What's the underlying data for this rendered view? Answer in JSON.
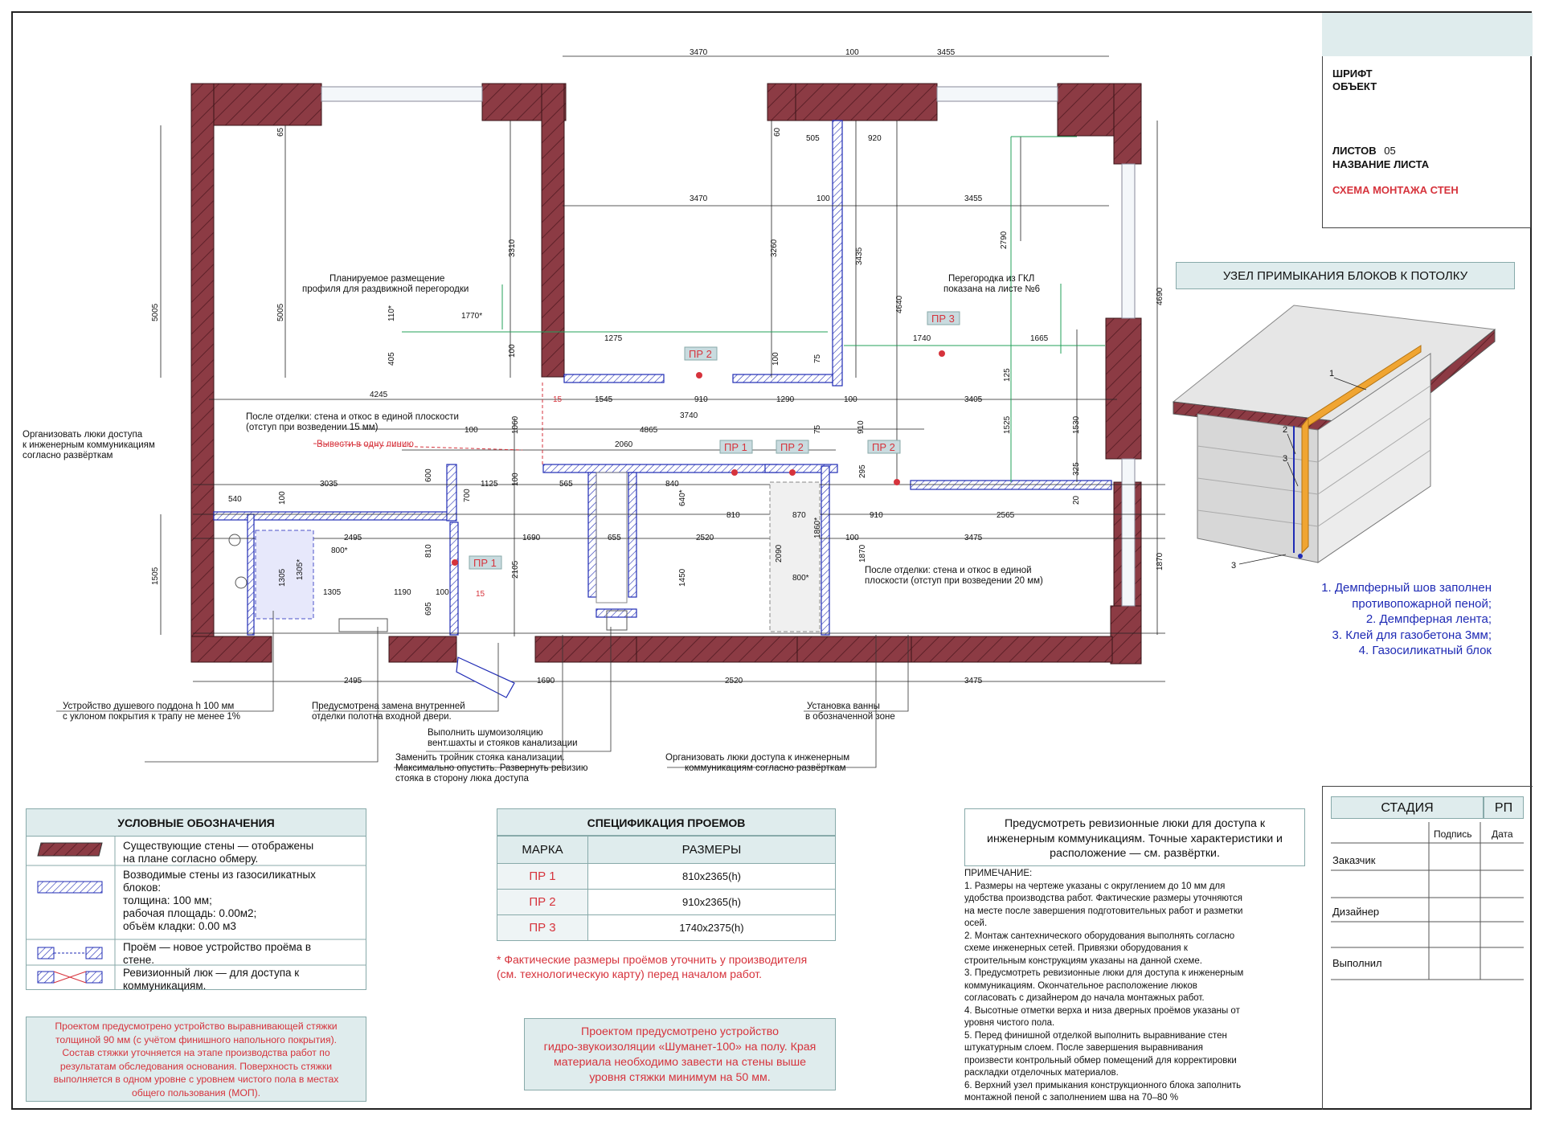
{
  "title_block": {
    "font_label": "ШРИФТ",
    "object_label": "ОБЪЕКТ",
    "sheets_label": "ЛИСТОВ",
    "sheets_value": "05",
    "sheet_name_label": "НАЗВАНИЕ ЛИСТА",
    "sheet_name_value": "СХЕМА МОНТАЖА СТЕН"
  },
  "node": {
    "title": "УЗЕЛ ПРИМЫКАНИЯ БЛОКОВ К ПОТОЛКУ",
    "markers": [
      "1",
      "2",
      "3",
      "3"
    ],
    "legend": [
      "1. Демпферный шов заполнен",
      "противопожарной пеной;",
      "2. Демпферная лента;",
      "3. Клей для газобетона 3мм;",
      "4. Газосиликатный блок"
    ]
  },
  "plan": {
    "dims": {
      "d3470": "3470",
      "d100": "100",
      "d3455": "3455",
      "d505": "505",
      "d920": "920",
      "d60": "60",
      "d65": "65",
      "d5005": "5005",
      "d3310": "3310",
      "d3260": "3260",
      "d3435": "3435",
      "d4640": "4640",
      "d4690": "4690",
      "d2790": "2790",
      "d1770": "1770*",
      "d110": "110*",
      "d405": "405",
      "d1275": "1275",
      "d1740": "1740",
      "d1665": "1665",
      "d75": "75",
      "d125": "125",
      "d4245": "4245",
      "d15": "15",
      "d1545": "1545",
      "d910": "910",
      "d1290": "1290",
      "d3405": "3405",
      "d3740": "3740",
      "d4865": "4865",
      "d1060": "1060",
      "d1525": "1525",
      "d1530": "1530",
      "d2060": "2060",
      "d3035": "3035",
      "d600": "600",
      "d700": "700",
      "d1125": "1125",
      "d565": "565",
      "d840": "840",
      "d295": "295",
      "d325": "325",
      "d20": "20",
      "d540": "540",
      "d810": "810",
      "d870": "870",
      "d2565": "2565",
      "d2495": "2495",
      "d1690": "1690",
      "d2520": "2520",
      "d3475": "3475",
      "d800": "800*",
      "d1305s": "1305*",
      "d1305": "1305",
      "d1190": "1190",
      "d695": "695",
      "d2105": "2105",
      "d655": "655",
      "d640": "640*",
      "d1450": "1450",
      "d2090": "2090",
      "d1860": "1860*",
      "d1870": "1870",
      "d1505": "1505"
    },
    "openings": [
      "ПР 2",
      "ПР 3",
      "ПР 1",
      "ПР 2",
      "ПР 2",
      "ПР 1"
    ],
    "annotations": {
      "sliding": "Планируемое размещение",
      "sliding2": "профиля для раздвижной перегородки",
      "gkl": "Перегородка из ГКЛ",
      "gkl2": "показана на листе №6",
      "finish15": "После отделки: стена и откос в единой плоскости",
      "finish15b": "(отступ при возведении 15 мм)",
      "oneline": "Вывести в одну линию",
      "hatch": "Организовать люки доступа",
      "hatch2": "к инженерным коммуникациям",
      "hatch3": "согласно развёрткам",
      "finish20": "После отделки: стена и откос в единой",
      "finish20b": "плоскости  (отступ при возведении 20 мм)",
      "shower": "Устройство душевого поддона h 100 мм",
      "shower2": "с уклоном покрытия к трапу не менее 1%",
      "door": "Предусмотрена замена внутренней",
      "door2": "отделки полотна входной двери.",
      "noise": "Выполнить шумоизоляцию",
      "noise2": "вент.шахты и стояков канализации",
      "tee": "Заменить тройник стояка канализации.",
      "tee2": "Максимально опустить. Развернуть ревизию",
      "tee3": "стояка в сторону люка доступа",
      "hatch4": "Организовать люки доступа к инженерным",
      "hatch5": "коммуникациям согласно развёрткам",
      "bath": "Установка ванны",
      "bath2": "в обозначенной зоне"
    }
  },
  "legend": {
    "title": "УСЛОВНЫЕ ОБОЗНАЧЕНИЯ",
    "rows": [
      [
        "Существующие стены — отображены",
        "на плане согласно обмеру."
      ],
      [
        "Возводимые стены из газосиликатных",
        "блоков:",
        "толщина: 100 мм;",
        "рабочая площадь: 0.00м2;",
        "объём кладки: 0.00 м3"
      ],
      [
        "Проём — новое устройство проёма в",
        "стене."
      ],
      [
        "Ревизионный люк — для доступа к",
        "коммуникациям."
      ]
    ]
  },
  "screed_note": [
    "Проектом предусмотрено устройство выравнивающей стяжки",
    "толщиной 90 мм (с учётом финишного напольного покрытия).",
    "Состав стяжки уточняется на этапе производства работ по",
    "результатам обследования основания. Поверхность стяжки",
    "выполняется в одном уровне с уровнем чистого пола в местах",
    "общего пользования (МОП)."
  ],
  "spec": {
    "title": "СПЕЦИФИКАЦИЯ ПРОЕМОВ",
    "col_mark": "МАРКА",
    "col_size": "РАЗМЕРЫ",
    "rows": [
      [
        "ПР 1",
        "810x2365(h)"
      ],
      [
        "ПР 2",
        "910x2365(h)"
      ],
      [
        "ПР 3",
        "1740x2375(h)"
      ]
    ],
    "footnote": [
      "* Фактические размеры проёмов уточнить у производителя",
      "(см. технологическую карту) перед началом работ."
    ]
  },
  "waterproof_note": [
    "Проектом предусмотрено устройство",
    "гидро-звукоизоляции «Шуманет-100» на полу. Края",
    "материала необходимо завести на стены выше",
    "уровня стяжки минимум на 50 мм."
  ],
  "revision_note": [
    "Предусмотреть ревизионные люки для доступа к",
    "инженерным коммуникациям. Точные характеристики и",
    "расположение — см. развёртки."
  ],
  "notes": {
    "title": "ПРИМЕЧАНИЕ:",
    "lines": [
      "1. Размеры на чертеже указаны с округлением до 10 мм для",
      "удобства производства работ. Фактические размеры уточняются",
      "на месте после завершения подготовительных работ и разметки",
      "осей.",
      "2. Монтаж сантехнического оборудования выполнять согласно",
      "схеме инженерных сетей. Привязки оборудования к",
      "строительным конструкциям указаны на данной схеме.",
      "3. Предусмотреть ревизионные люки для доступа к инженерным",
      "коммуникациям. Окончательное расположение люков",
      "согласовать с дизайнером до начала монтажных работ.",
      "4. Высотные отметки верха и низа дверных проёмов указаны от",
      "уровня чистого пола.",
      "5. Перед финишной отделкой выполнить выравнивание стен",
      "штукатурным слоем. После завершения выравнивания",
      "произвести контрольный обмер помещений для корректировки",
      "раскладки отделочных материалов.",
      "6. Верхний узел примыкания конструкционного блока заполнить",
      "монтажной пеной с заполнением шва на 70–80 %"
    ]
  },
  "stage": {
    "label": "СТАДИЯ",
    "value": "РП",
    "col_sign": "Подпись",
    "col_date": "Дата",
    "rows": [
      "Заказчик",
      "Дизайнер",
      "Выполнил"
    ]
  },
  "colors": {
    "existing_wall": "#8c3b44",
    "new_wall": "#1f2bb5",
    "accent_red": "#d6333c",
    "panel_bg": "#dfeced",
    "leader_green": "#23a05a"
  }
}
